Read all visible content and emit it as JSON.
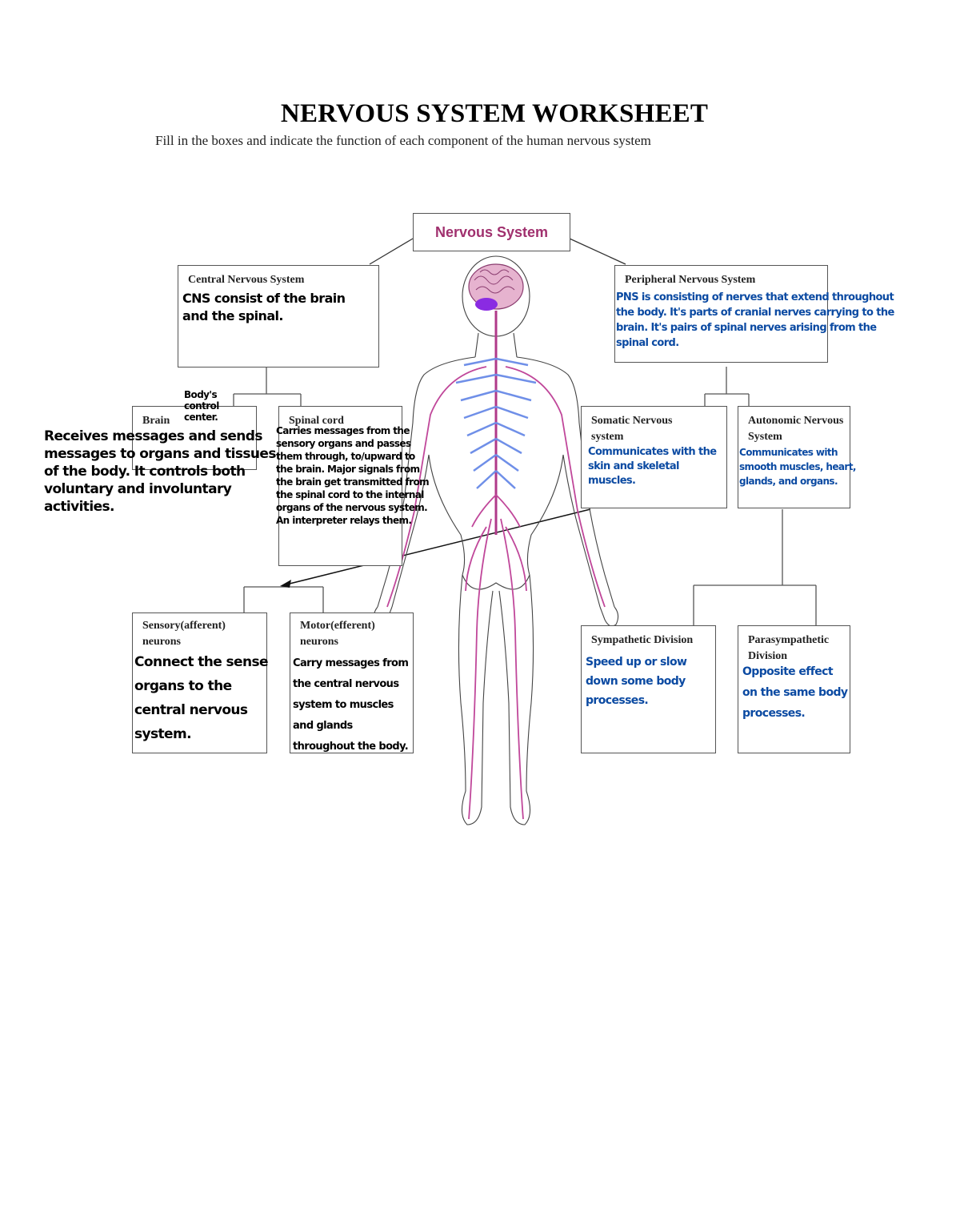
{
  "worksheet": {
    "title": "NERVOUS SYSTEM WORKSHEET",
    "subtitle": "Fill in the boxes and indicate the function of each component of the human nervous system"
  },
  "nodes": {
    "root": {
      "label": "Nervous System"
    },
    "cns": {
      "label": "Central Nervous System",
      "answer": "CNS consist of the brain and the spinal."
    },
    "pns": {
      "label": "Peripheral Nervous System",
      "answer": "PNS is consisting of nerves that extend throughout the body. It's parts of cranial nerves carrying to the brain. It's pairs of spinal nerves arising from the spinal cord."
    },
    "brain": {
      "label": "Brain",
      "answer_top": "Body's control center.",
      "answer": "Receives messages and sends messages to organs and tissues of the body. It controls both voluntary and involuntary activities."
    },
    "spinal": {
      "label": "Spinal cord",
      "answer": "Carries messages from the sensory organs and passes them through, to/upward to the brain. Major signals from the brain get transmitted from the spinal cord to the internal organs of the nervous system. An interpreter relays them."
    },
    "somatic": {
      "label": "Somatic Nervous system",
      "answer": "Communicates with the skin and skeletal muscles."
    },
    "autonomic": {
      "label": "Autonomic Nervous System",
      "answer": "Communicates with smooth muscles, heart, glands, and organs."
    },
    "sensory": {
      "label": "Sensory(afferent) neurons",
      "answer": "Connect the sense organs to the central nervous system."
    },
    "motor": {
      "label": "Motor(efferent) neurons",
      "answer": "Carry messages from the central nervous system to muscles and glands throughout the body."
    },
    "sympathetic": {
      "label": "Sympathetic Division",
      "answer": "Speed up or slow down some body processes."
    },
    "parasympathetic": {
      "label": "Parasympathetic Division",
      "answer": "Opposite effect on the same body processes."
    }
  },
  "colors": {
    "root_label": "#a0306e",
    "answer_black": "#000000",
    "answer_blue": "#0b4aa2",
    "nerves_pink": "#c0479a",
    "nerves_blue": "#6f8fe8",
    "brain_purple": "#8a2be2"
  },
  "figure": {
    "icon": "human-nervous-system-illustration"
  }
}
